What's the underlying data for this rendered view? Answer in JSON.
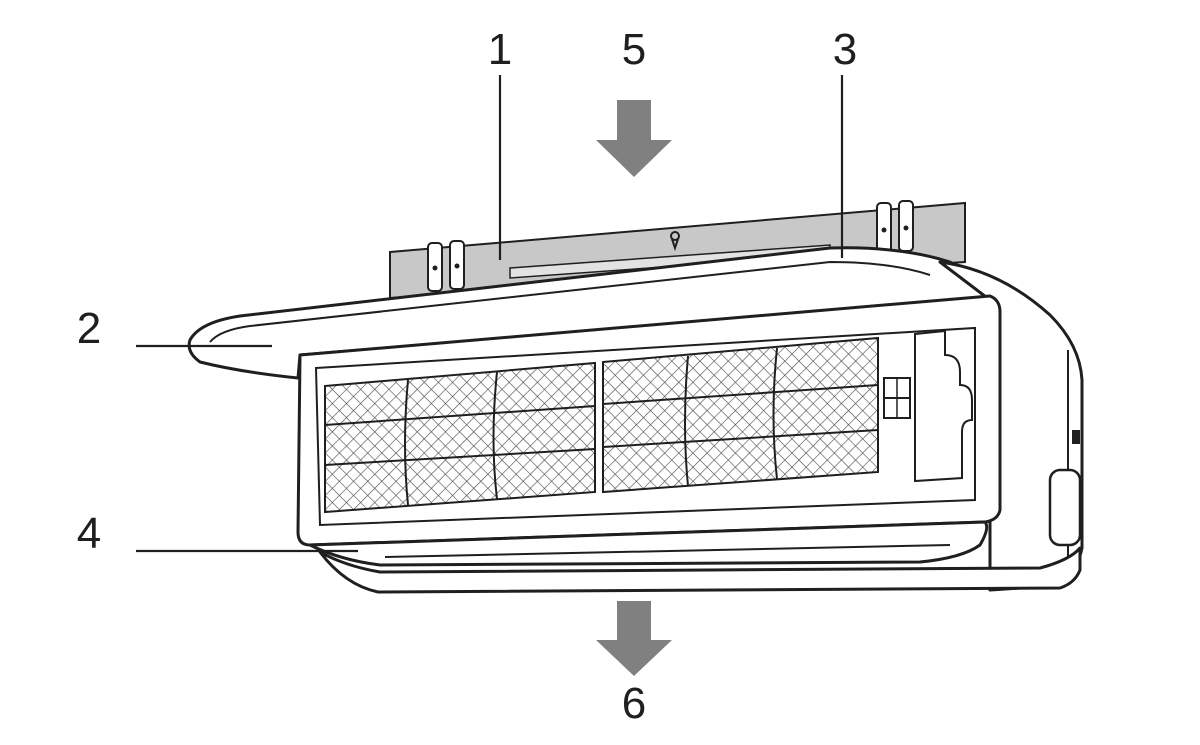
{
  "callouts": {
    "c1": "1",
    "c2": "2",
    "c3": "3",
    "c4": "4",
    "c5": "5",
    "c6": "6"
  },
  "colors": {
    "line": "#1f1f1f",
    "mounting_plate": "#c8c8c8",
    "arrow": "#808080",
    "background": "#ffffff"
  },
  "icons": {
    "air_in_arrow": "arrow-down",
    "air_out_arrow": "arrow-down"
  }
}
